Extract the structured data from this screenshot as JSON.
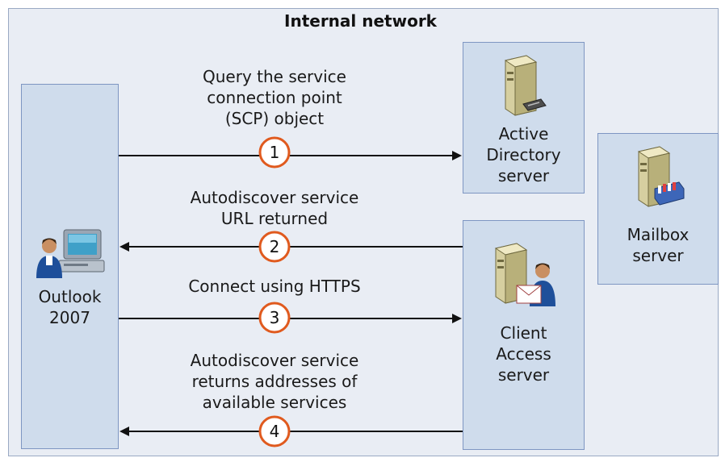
{
  "network_title": "Internal network",
  "nodes": {
    "outlook": {
      "line1": "Outlook",
      "line2": "2007"
    },
    "active_directory": {
      "line1": "Active",
      "line2": "Directory",
      "line3": "server"
    },
    "client_access": {
      "line1": "Client",
      "line2": "Access",
      "line3": "server"
    },
    "mailbox": {
      "line1": "Mailbox",
      "line2": "server"
    }
  },
  "steps": [
    {
      "number": "1",
      "line1": "Query the service",
      "line2": "connection point",
      "line3": "(SCP) object",
      "direction": "right"
    },
    {
      "number": "2",
      "line1": "Autodiscover service",
      "line2": "URL returned",
      "direction": "left"
    },
    {
      "number": "3",
      "line1": "Connect using HTTPS",
      "direction": "right"
    },
    {
      "number": "4",
      "line1": "Autodiscover service",
      "line2": "returns addresses of",
      "line3": "available services",
      "direction": "left"
    }
  ],
  "colors": {
    "circle_border": "#e05a1e",
    "box_fill": "#cfdcec",
    "box_border": "#7e96c2",
    "background": "#e9edf4"
  }
}
